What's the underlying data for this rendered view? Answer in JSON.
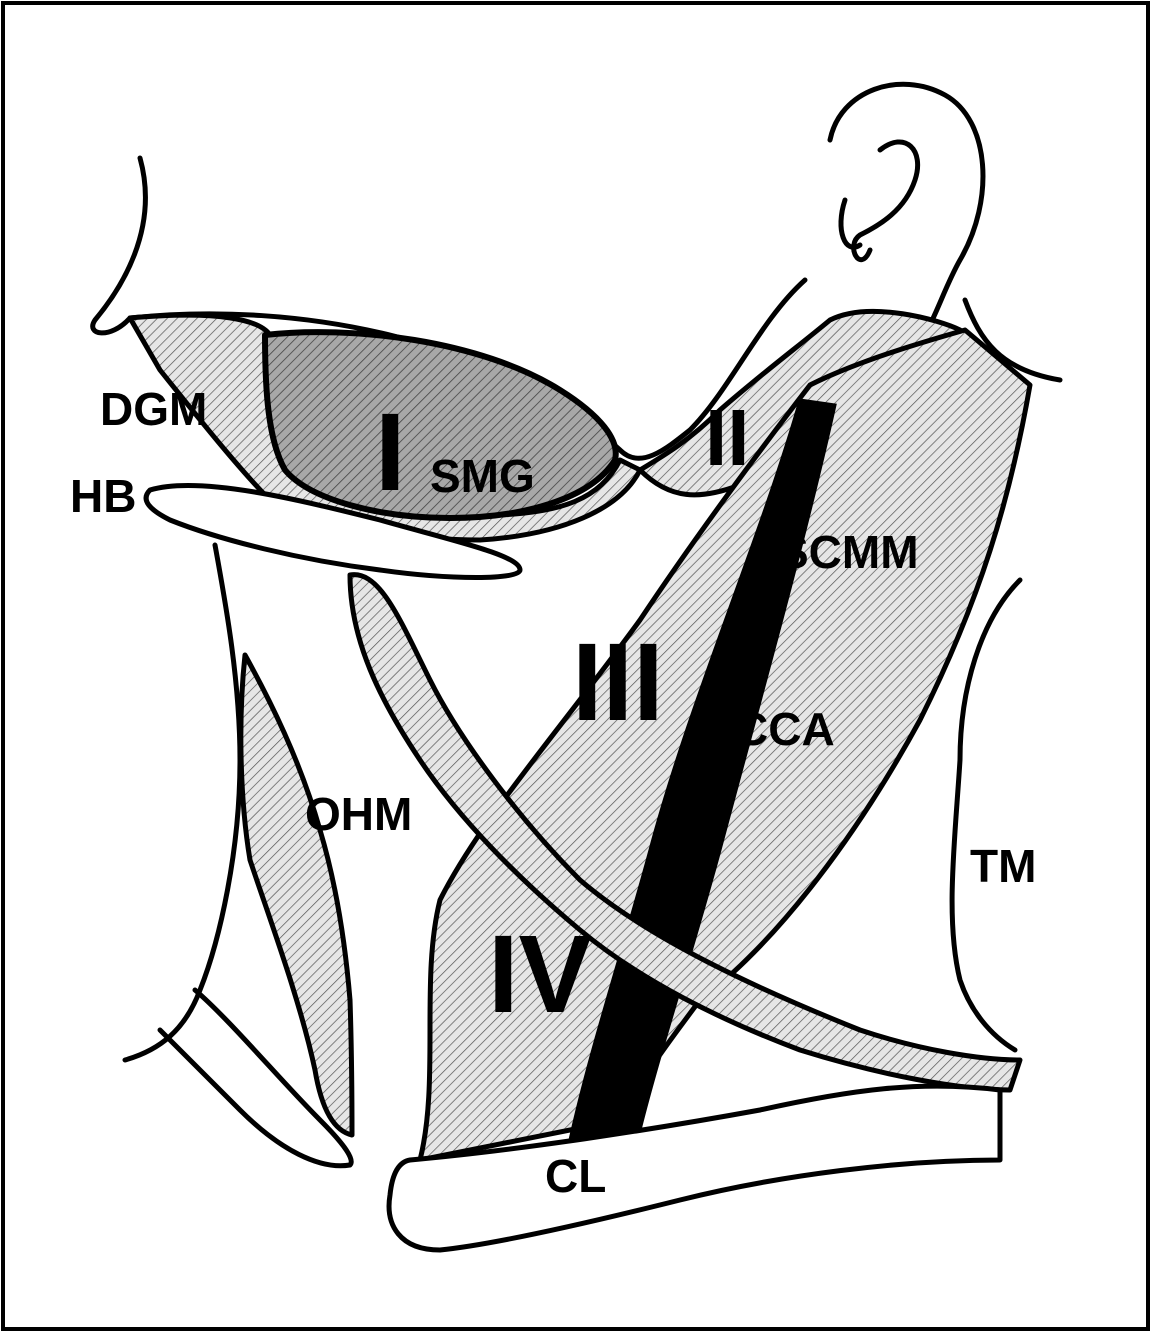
{
  "labels": {
    "dgm": "DGM",
    "hb": "HB",
    "smg": "SMG",
    "scmm": "SCMM",
    "cca": "CCA",
    "ohm": "OHM",
    "tm": "TM",
    "cl": "CL"
  },
  "levels": {
    "level1": "I",
    "level2": "II",
    "level3": "III",
    "level4": "IV"
  },
  "colors": {
    "ink": "#000000",
    "hatch_fill": "#e6e6e6",
    "dark_fill": "#a8a8a8"
  }
}
